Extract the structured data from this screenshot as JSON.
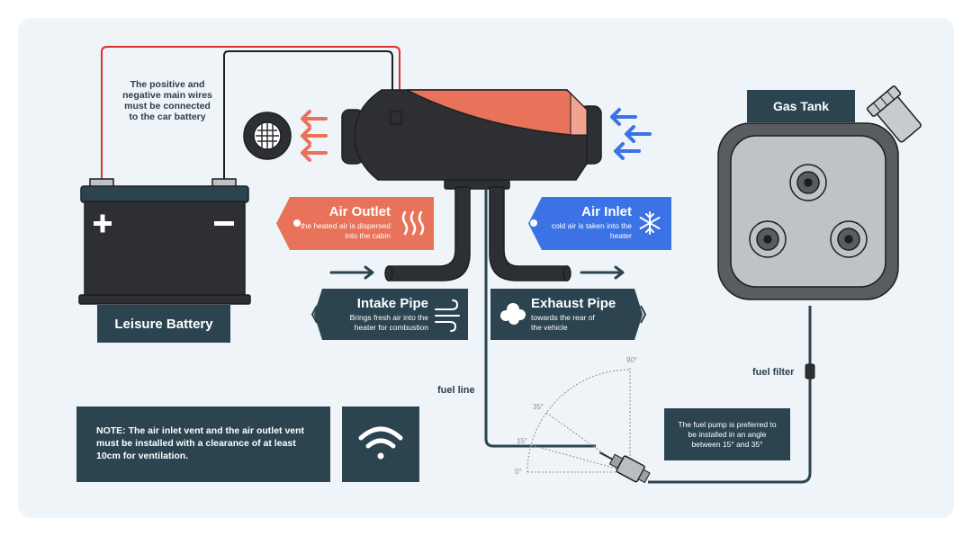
{
  "colors": {
    "panel_bg": "#eef4f8",
    "dark": "#2b4450",
    "outlet_orange": "#e8735a",
    "inlet_blue": "#3b73e6",
    "wire_red": "#d9312b",
    "heater_body": "#2e2f33"
  },
  "battery": {
    "label": "Leisure Battery",
    "plus": "+",
    "minus": "−",
    "wire_note": "The positive and negative main wires must be connected to the car battery"
  },
  "outlet": {
    "title": "Air Outlet",
    "desc": "the heated air is dispersed into the cabin",
    "icon": "heat-waves-icon"
  },
  "inlet": {
    "title": "Air Inlet",
    "desc": "cold air is taken into the heater",
    "icon": "snowflake-icon"
  },
  "intake": {
    "title": "Intake Pipe",
    "desc": "Brings fresh air into the heater for combustion",
    "icon": "wind-icon"
  },
  "exhaust": {
    "title": "Exhaust Pipe",
    "desc": "towards the rear of the vehicle",
    "icon": "smoke-cloud-icon"
  },
  "gas_tank": {
    "label": "Gas Tank"
  },
  "fuel": {
    "line_label": "fuel line",
    "filter_label": "fuel filter"
  },
  "pump": {
    "note": "The fuel pump is preferred to be installed in an angle between 15° and 35°",
    "angles": [
      "0°",
      "15°",
      "35°",
      "90°"
    ]
  },
  "note": {
    "text": "NOTE: The air inlet vent and the air outlet vent must be installed with a clearance of at least 10cm for ventilation.",
    "icon": "wifi-icon"
  }
}
